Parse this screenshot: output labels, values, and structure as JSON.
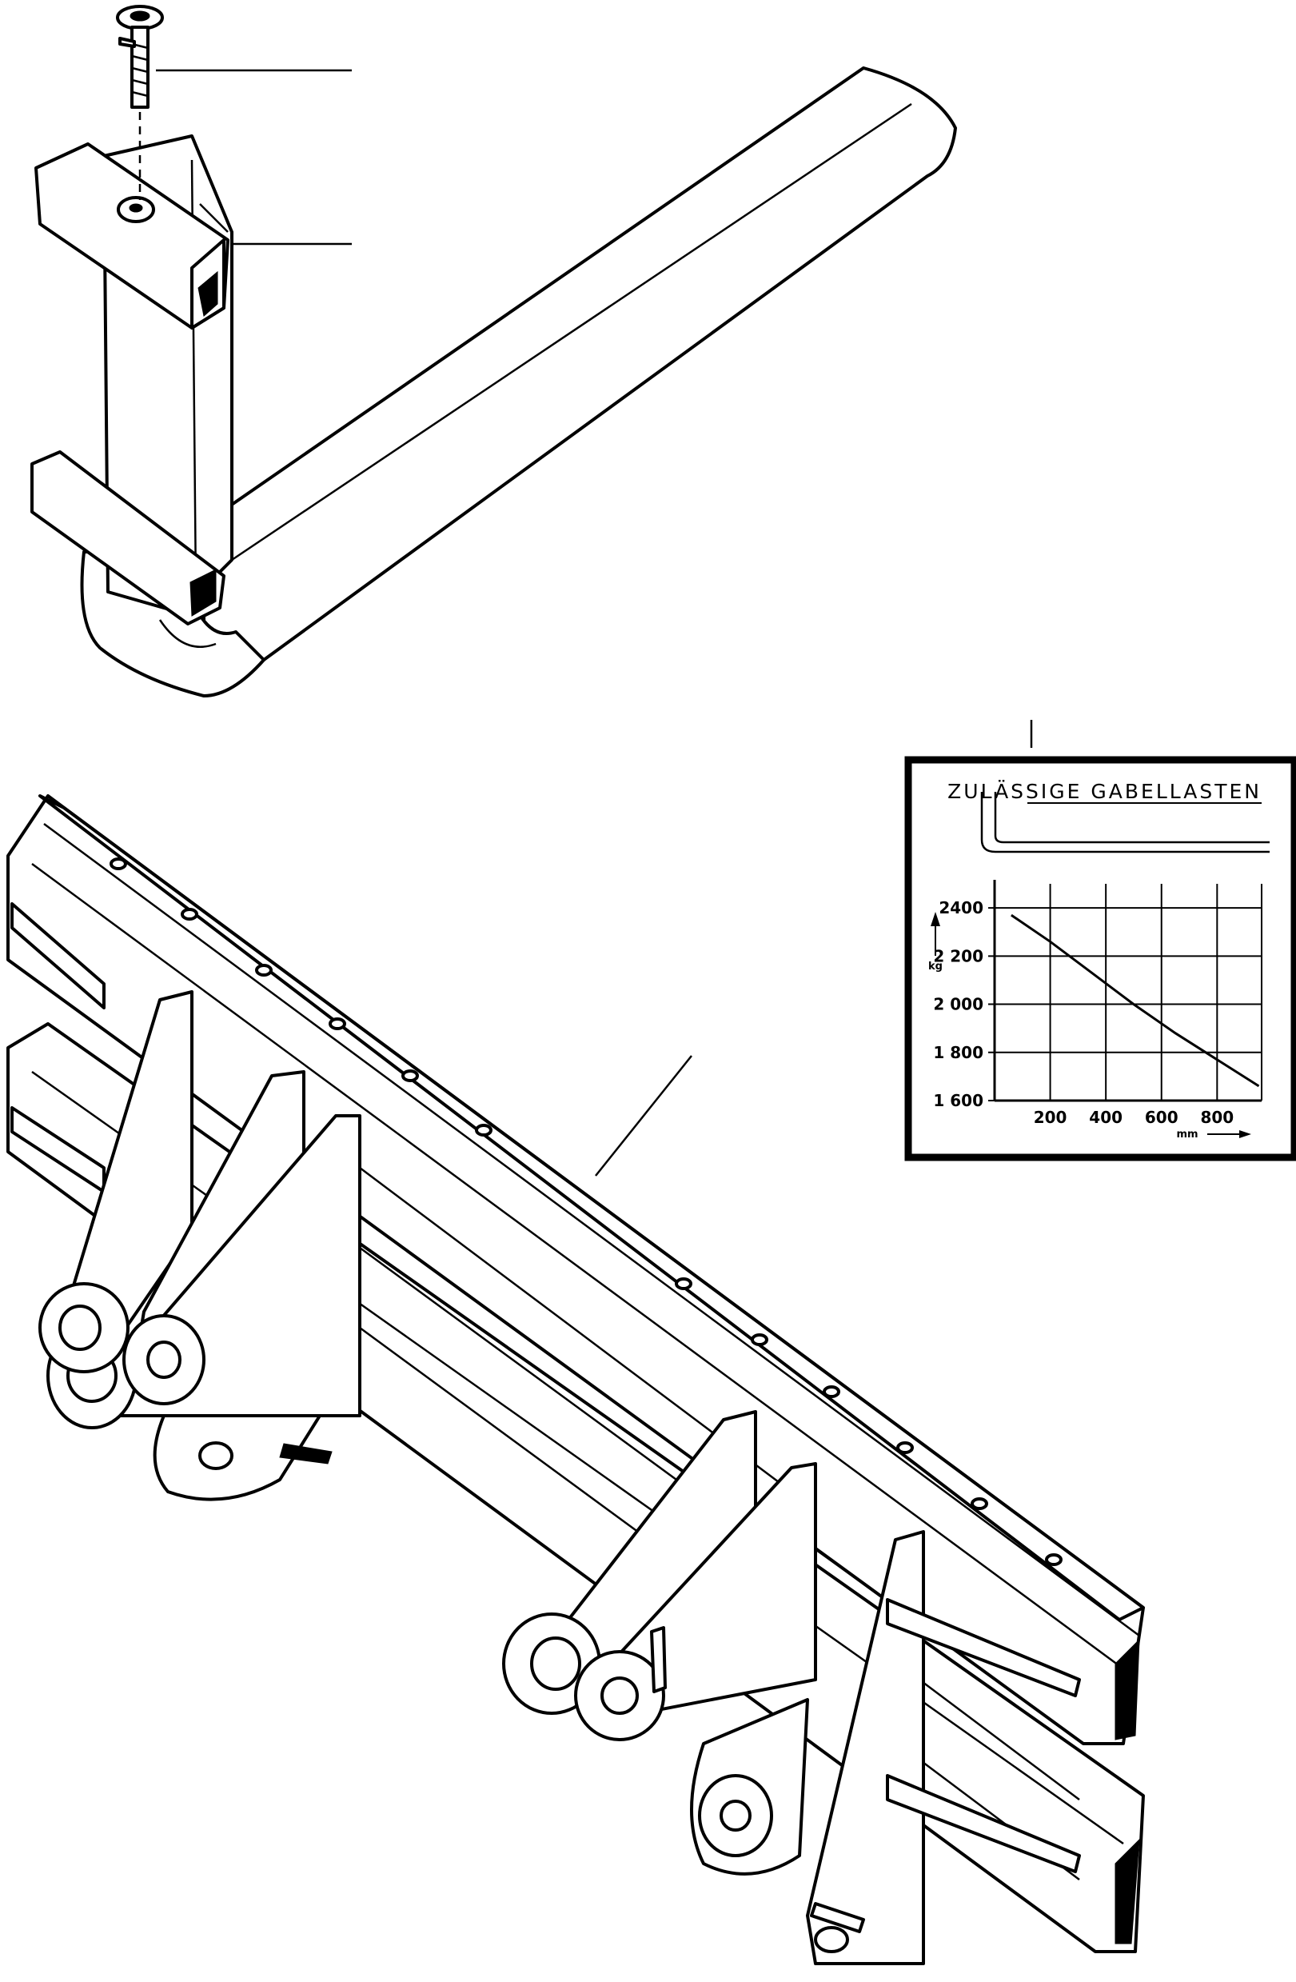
{
  "colors": {
    "ink": "#000000",
    "paper": "#ffffff"
  },
  "chart_data": {
    "type": "line",
    "title": "ZULÄSSIGE GABELLASTEN",
    "ylabel": "kg",
    "xlabel": "mm",
    "xlim": [
      0,
      960
    ],
    "ylim": [
      1600,
      2500
    ],
    "x_ticks": [
      200,
      400,
      600,
      800
    ],
    "x_tick_labels": [
      "200",
      "400",
      "600",
      "800"
    ],
    "y_ticks": [
      1600,
      1800,
      2000,
      2200,
      2400
    ],
    "y_tick_labels": [
      "1 600",
      "1 800",
      "2 000",
      "2 200",
      "2400"
    ],
    "grid": true,
    "series": [
      {
        "x": [
          60,
          200,
          350,
          500,
          650,
          800,
          950
        ],
        "y": [
          2370,
          2260,
          2130,
          2000,
          1880,
          1770,
          1660
        ]
      }
    ]
  }
}
